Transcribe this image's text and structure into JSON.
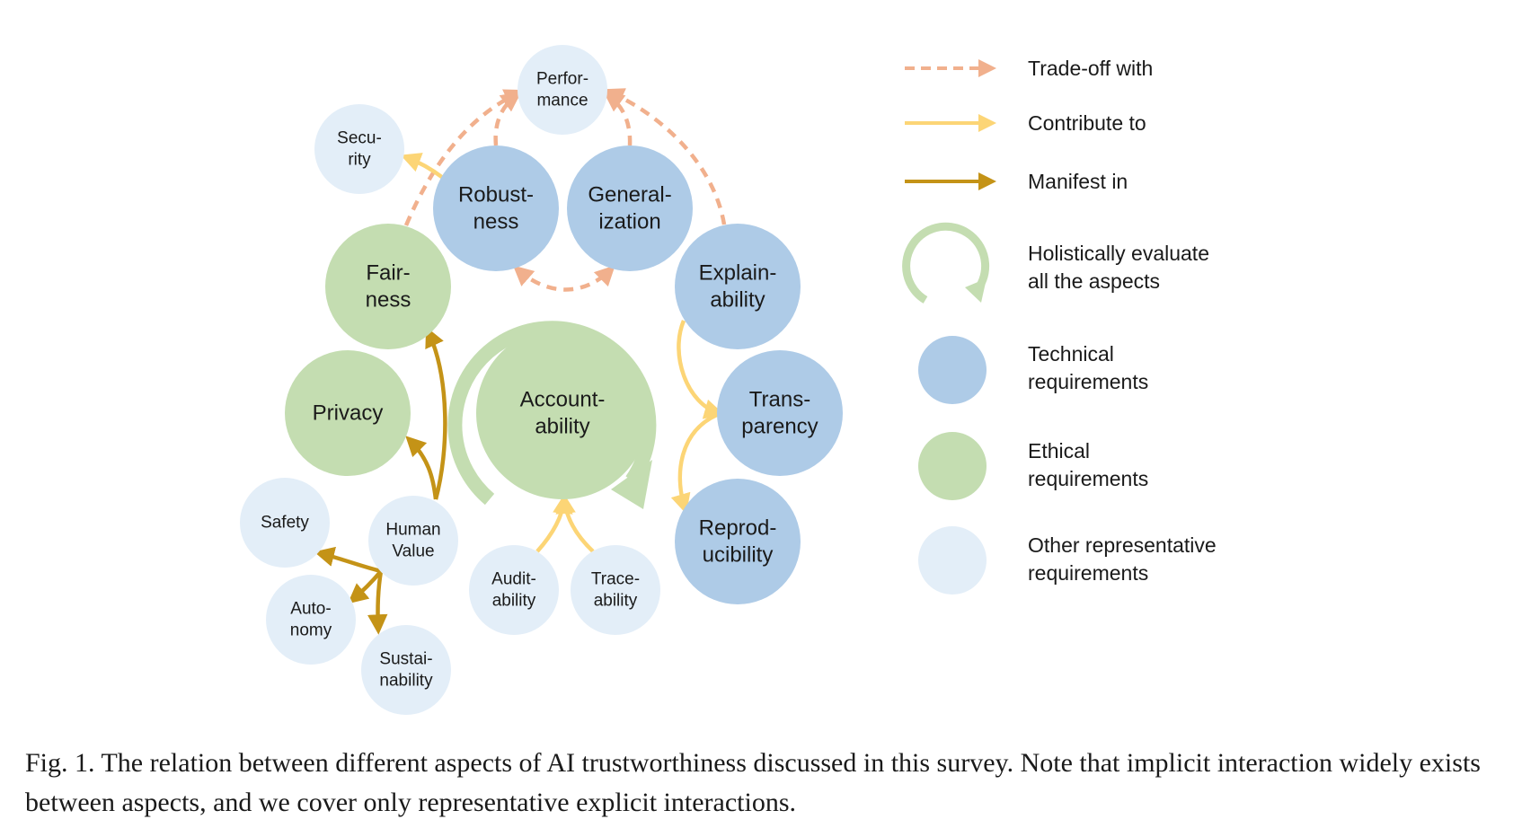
{
  "colors": {
    "technical": "#aecbe7",
    "ethical": "#c4ddb1",
    "other": "#e3eef8",
    "trade_off": "#f1b08d",
    "contribute": "#fcd576",
    "manifest": "#c49317",
    "holistic": "#c4ddb1"
  },
  "nodes": {
    "performance": {
      "lines": [
        "Perfor-",
        "mance"
      ],
      "category": "other"
    },
    "security": {
      "lines": [
        "Secu-",
        "rity"
      ],
      "category": "other"
    },
    "robustness": {
      "lines": [
        "Robust-",
        "ness"
      ],
      "category": "technical"
    },
    "generalization": {
      "lines": [
        "General-",
        "ization"
      ],
      "category": "technical"
    },
    "fairness": {
      "lines": [
        "Fair-",
        "ness"
      ],
      "category": "ethical"
    },
    "explainability": {
      "lines": [
        "Explain-",
        "ability"
      ],
      "category": "technical"
    },
    "privacy": {
      "lines": [
        "Privacy"
      ],
      "category": "ethical"
    },
    "accountability": {
      "lines": [
        "Account-",
        "ability"
      ],
      "category": "ethical"
    },
    "transparency": {
      "lines": [
        "Trans-",
        "parency"
      ],
      "category": "technical"
    },
    "reproducibility": {
      "lines": [
        "Reprod-",
        "ucibility"
      ],
      "category": "technical"
    },
    "safety": {
      "lines": [
        "Safety"
      ],
      "category": "other"
    },
    "human_value": {
      "lines": [
        "Human",
        "Value"
      ],
      "category": "other"
    },
    "autonomy": {
      "lines": [
        "Auto-",
        "nomy"
      ],
      "category": "other"
    },
    "sustainability": {
      "lines": [
        "Sustai-",
        "nability"
      ],
      "category": "other"
    },
    "auditability": {
      "lines": [
        "Audit-",
        "ability"
      ],
      "category": "other"
    },
    "traceability": {
      "lines": [
        "Trace-",
        "ability"
      ],
      "category": "other"
    }
  },
  "edges": [
    {
      "type": "trade_off",
      "from": "fairness",
      "to": "performance"
    },
    {
      "type": "trade_off",
      "from": "robustness",
      "to": "performance"
    },
    {
      "type": "trade_off",
      "from": "generalization",
      "to": "performance"
    },
    {
      "type": "trade_off",
      "from": "explainability",
      "to": "performance"
    },
    {
      "type": "trade_off",
      "from": "robustness",
      "to": "generalization",
      "bidirectional": true
    },
    {
      "type": "contribute",
      "from": "robustness",
      "to": "security"
    },
    {
      "type": "contribute",
      "from": "explainability",
      "to": "transparency"
    },
    {
      "type": "contribute",
      "from": "transparency",
      "to": "reproducibility"
    },
    {
      "type": "contribute",
      "from": "auditability",
      "to": "accountability"
    },
    {
      "type": "contribute",
      "from": "traceability",
      "to": "accountability"
    },
    {
      "type": "manifest",
      "from": "human_value",
      "to": "fairness"
    },
    {
      "type": "manifest",
      "from": "human_value",
      "to": "privacy"
    },
    {
      "type": "manifest",
      "from": "human_value",
      "to": "safety"
    },
    {
      "type": "manifest",
      "from": "human_value",
      "to": "autonomy"
    },
    {
      "type": "manifest",
      "from": "human_value",
      "to": "sustainability"
    }
  ],
  "legend": {
    "trade_off": "Trade-off with",
    "contribute": "Contribute to",
    "manifest": "Manifest in",
    "holistic": [
      "Holistically evaluate",
      "all the aspects"
    ],
    "technical": [
      "Technical",
      "requirements"
    ],
    "ethical": [
      "Ethical",
      "requirements"
    ],
    "other": [
      "Other representative",
      "requirements"
    ]
  },
  "caption": "Fig. 1.  The relation between different aspects of AI trustworthiness discussed in this survey. Note that implicit interaction widely exists between aspects, and we cover only representative explicit interactions."
}
